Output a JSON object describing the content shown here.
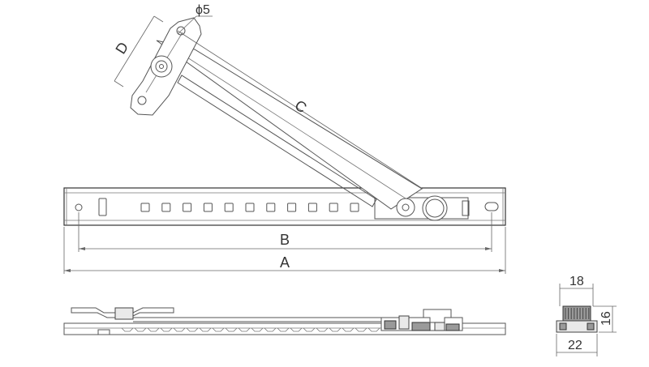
{
  "labels": {
    "diameter": "ϕ5",
    "d": "D",
    "c": "C",
    "b": "B",
    "a": "A",
    "w18": "18",
    "h16": "16",
    "w22": "22"
  }
}
